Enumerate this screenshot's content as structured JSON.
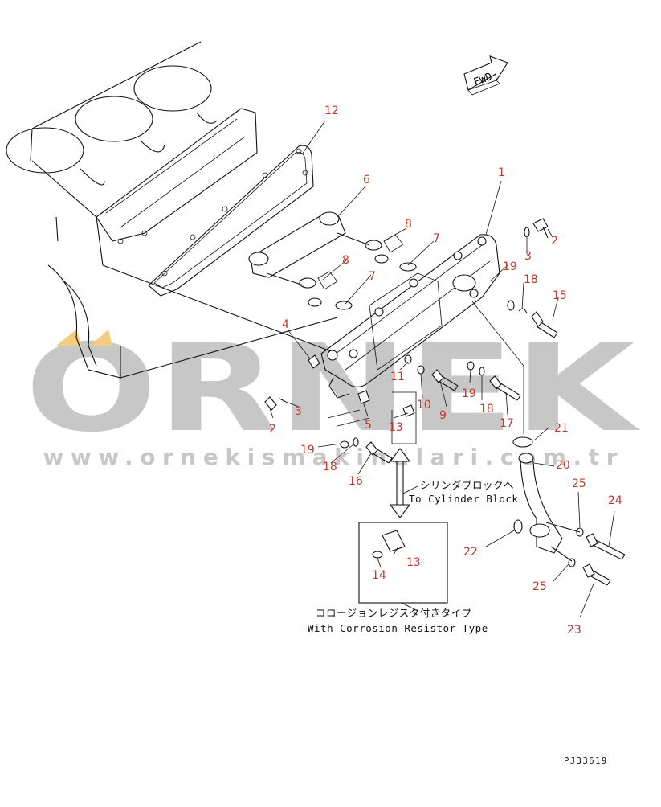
{
  "watermark": {
    "brand": "ORNEK",
    "url": "www.ornekismakinalari.com.tr",
    "color": "#9a9a9a",
    "accent_color": "#e8a41c"
  },
  "fwd_label": "FWD",
  "callouts": [
    "12",
    "6",
    "1",
    "8",
    "7",
    "2",
    "3",
    "8",
    "7",
    "19",
    "18",
    "15",
    "4",
    "11",
    "19",
    "10",
    "18",
    "17",
    "9",
    "3",
    "2",
    "5",
    "13",
    "19",
    "18",
    "16",
    "21",
    "20",
    "25",
    "24",
    "22",
    "13",
    "14",
    "25",
    "23"
  ],
  "notes": {
    "to_block_jp": "シリンダブロックへ",
    "to_block_en": "To Cylinder Block",
    "corrosion_jp": "コロージョンレジスタ付きタイプ",
    "corrosion_en": "With Corrosion Resistor Type"
  },
  "drawing_code": "PJ33619",
  "colors": {
    "callout": "#c0392b",
    "line": "#111111"
  }
}
